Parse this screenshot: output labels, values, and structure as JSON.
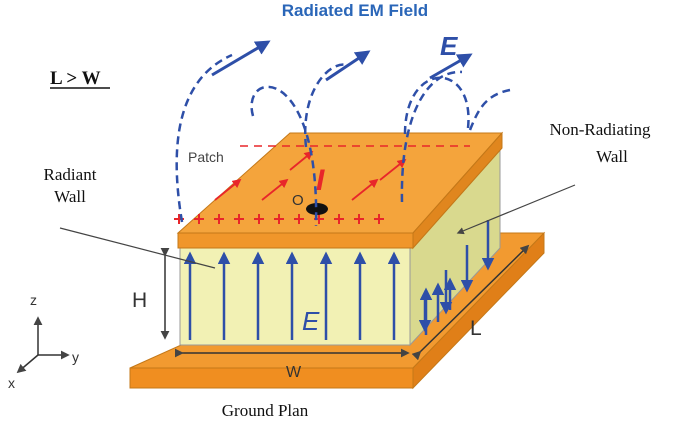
{
  "labels": {
    "title": "Radiated EM Field",
    "condition": "L > W",
    "patch": "Patch",
    "e_field_top": "E",
    "current": "I",
    "feed_point": "O",
    "radiant_wall_line1": "Radiant",
    "radiant_wall_line2": "Wall",
    "non_radiating_line1": "Non-Radiating",
    "non_radiating_line2": "Wall",
    "height": "H",
    "e_field_wall": "E",
    "width": "W",
    "length": "L",
    "ground": "Ground Plan",
    "axis_z": "z",
    "axis_y": "y",
    "axis_x": "x"
  },
  "colors": {
    "patch_orange": "#f4a43c",
    "ground_orange": "#f29a30",
    "wall_yellow": "#f2f1b4",
    "wall_side": "#d9d98e",
    "field_blue": "#2e4fa8",
    "title_blue": "#2a66b8",
    "charge_red": "#e8262a"
  }
}
